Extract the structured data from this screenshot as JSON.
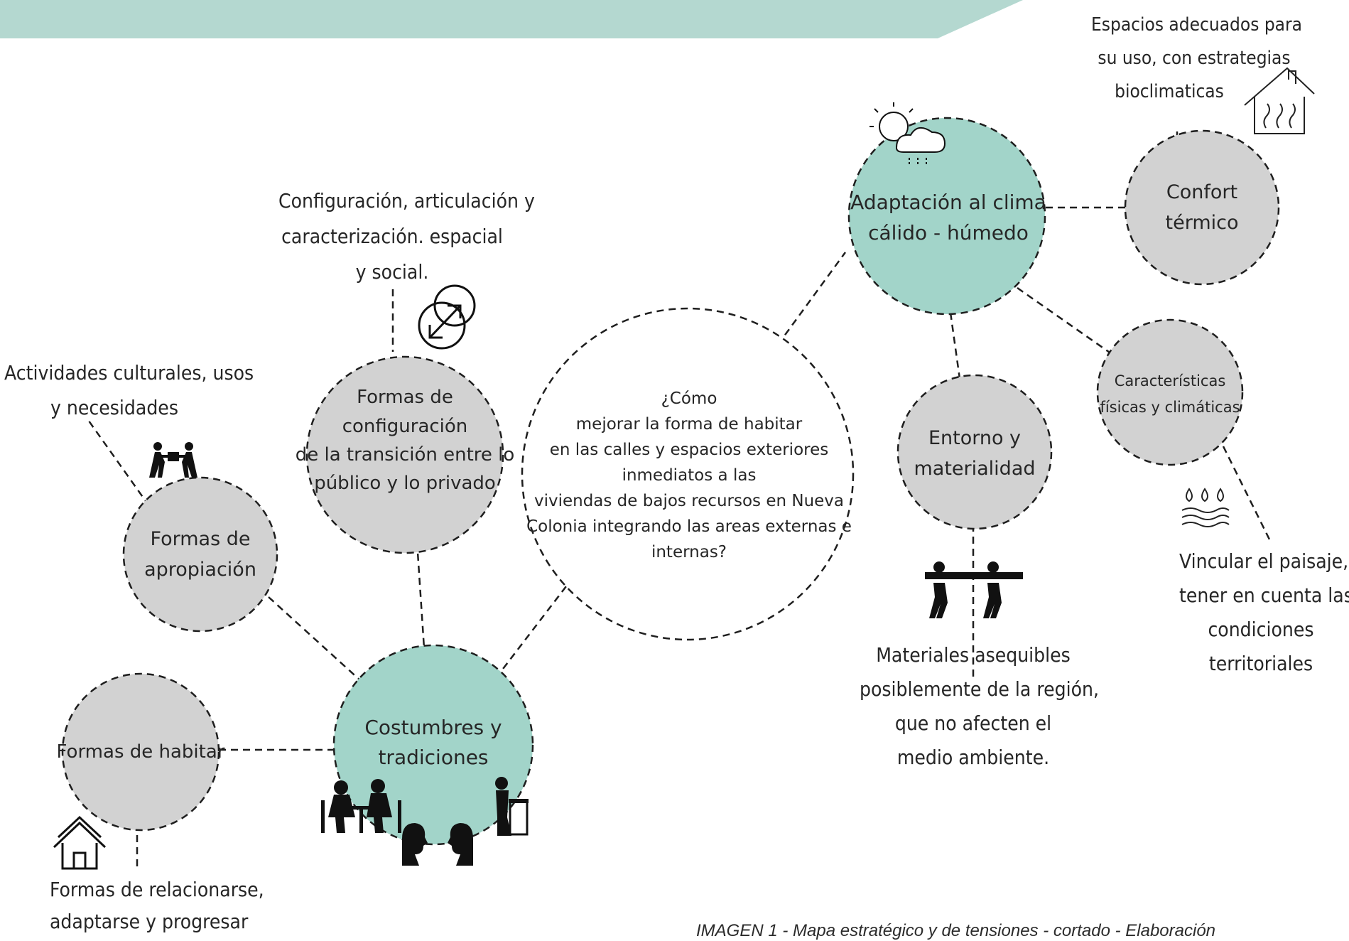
{
  "colors": {
    "banner": "#b4d8d0",
    "teal_node": "#a2d4c9",
    "gray_node": "#d2d2d2",
    "white_node": "#ffffff",
    "dash": "#1e1e1e"
  },
  "nodes": {
    "center": {
      "lines": [
        "¿Cómo",
        "mejorar la forma de habitar",
        "en las calles y espacios exteriores",
        "inmediatos a las",
        "viviendas de bajos recursos en Nueva",
        "Colonia integrando las areas externas e",
        "internas?"
      ]
    },
    "costumbres": {
      "lines": [
        "Costumbres y",
        "tradiciones"
      ]
    },
    "adaptacion": {
      "lines": [
        "Adaptación al clima",
        "cálido - húmedo"
      ]
    },
    "formas_habitar": {
      "lines": [
        "Formas de habitar"
      ]
    },
    "apropiacion": {
      "lines": [
        "Formas de",
        "apropiación"
      ]
    },
    "configuracion": {
      "lines": [
        "Formas de",
        "configuración",
        "de la transición entre lo",
        "público y lo privado"
      ]
    },
    "entorno": {
      "lines": [
        "Entorno y",
        "materialidad"
      ]
    },
    "confort": {
      "lines": [
        "Confort",
        "térmico"
      ]
    },
    "caracteristicas": {
      "lines": [
        "Características",
        "físicas y climáticas"
      ]
    }
  },
  "annotations": {
    "actividades": {
      "lines": [
        "Actividades culturales, usos",
        "y necesidades"
      ]
    },
    "config_text": {
      "lines": [
        "Configuración, articulación y",
        "caracterización. espacial",
        "y social."
      ]
    },
    "espacios": {
      "lines": [
        "Espacios adecuados para",
        "su uso, con estrategias",
        "bioclimaticas"
      ]
    },
    "materiales": {
      "lines": [
        "Materiales asequibles",
        "posiblemente de la región,",
        "que no afecten el",
        "medio ambiente."
      ]
    },
    "vincular": {
      "lines": [
        "Vincular el paisaje,",
        "tener en cuenta las",
        "condiciones",
        "territoriales"
      ]
    },
    "relacionarse": {
      "lines": [
        "Formas de relacionarse,",
        "adaptarse y progresar"
      ]
    }
  },
  "icons": [
    "people-carrying-box-icon",
    "expand-arrow-circle-icon",
    "sun-cloud-rain-icon",
    "house-heat-icon",
    "water-drops-waves-icon",
    "workers-carrying-beam-icon",
    "house-icon",
    "people-silhouettes-icon"
  ],
  "caption": "IMAGEN 1 - Mapa estratégico y de tensiones - cortado - Elaboración"
}
